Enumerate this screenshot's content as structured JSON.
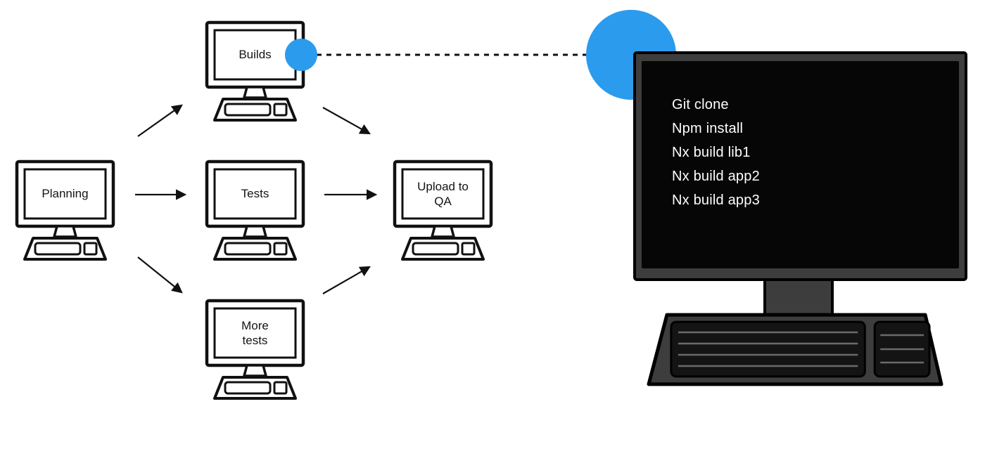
{
  "colors": {
    "accent_blue": "#2b9bed",
    "monitor_gray": "#3d3d3d",
    "screen_black": "#060606",
    "line_black": "#111111"
  },
  "nodes": {
    "planning": {
      "label": "Planning"
    },
    "builds": {
      "label": "Builds"
    },
    "tests": {
      "label": "Tests"
    },
    "more_tests": {
      "label": "More\ntests"
    },
    "upload_qa": {
      "label": "Upload to\nQA"
    }
  },
  "terminal": {
    "lines": [
      "Git clone",
      "Npm install",
      "Nx build lib1",
      "Nx build app2",
      "Nx build app3"
    ]
  }
}
